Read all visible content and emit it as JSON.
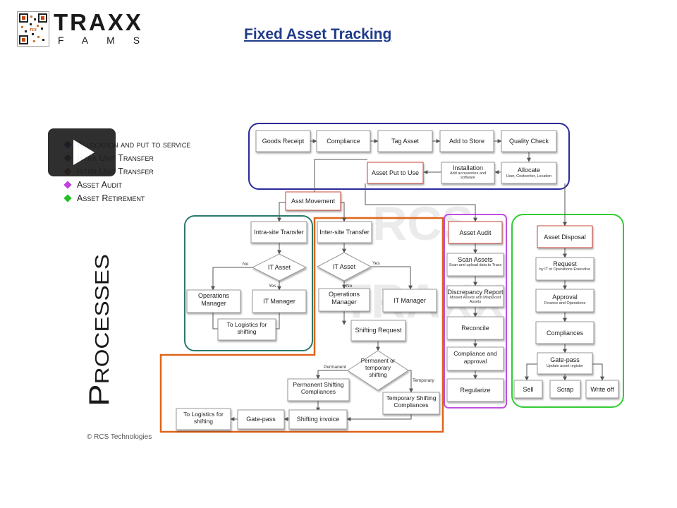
{
  "brand": {
    "name": "TRAXX",
    "sub": "FAMS",
    "badge": "rcs"
  },
  "page_title": "Fixed Asset Tracking",
  "legend": [
    {
      "label": "Allocation and put to service",
      "color": "#1a1a7a"
    },
    {
      "label": "Intra Unit Transfer",
      "color": "#1d4d3a"
    },
    {
      "label": "Inter Unit Transfer",
      "color": "#7a3512"
    },
    {
      "label": "Asset Audit",
      "color": "#c040e0"
    },
    {
      "label": "Asset Retirement",
      "color": "#22c022"
    }
  ],
  "processes_label": "Processes",
  "footer": "© RCS Technologies",
  "watermark": [
    "RCS",
    "TRAXX"
  ],
  "diagram": {
    "nodes": {
      "goods_receipt": "Goods Receipt",
      "compliance": "Compliance",
      "tag_asset": "Tag Asset",
      "add_to_store": "Add to Store",
      "quality_check": "Quality Check",
      "asset_put_to_use": "Asset Put to Use",
      "installation": "Installation",
      "installation_sub": "Add accessories and software",
      "allocate": "Allocate",
      "allocate_sub": "User, Costcenter, Location",
      "asst_movement": "Asst Movement",
      "intra_site_transfer": "Intra-site Transfer",
      "inter_site_transfer": "Inter-site Transfer",
      "it_asset": "IT Asset",
      "ops_manager": "Operations Manager",
      "it_manager": "IT Manager",
      "to_logistics": "To Logistics for shifting",
      "shifting_request": "Shifting Request",
      "perm_or_temp": "Permanent or temporary shifting",
      "perm_compliances": "Permanent Shifting Compliances",
      "temp_compliances": "Temporary Shifting Compliances",
      "shifting_invoice": "Shifting invoice",
      "gate_pass": "Gate-pass",
      "asset_audit": "Asset Audit",
      "scan_assets": "Scan Assets",
      "scan_assets_sub": "Scan and upload data to Traxx",
      "discrepancy_report": "Discrepancy Report",
      "discrepancy_sub": "Missed Assets and Misplaced Assets",
      "reconcile": "Reconcile",
      "compliance_approval": "Compliance and approval",
      "regularize": "Regularize",
      "asset_disposal": "Asset Disposal",
      "request": "Request",
      "request_sub": "by IT or Operations Executive",
      "approval": "Approval",
      "approval_sub": "Finance and Operations",
      "compliances": "Compliances",
      "gate_pass_ret": "Gate-pass",
      "gate_pass_ret_sub": "Update asset register",
      "sell": "Sell",
      "scrap": "Scrap",
      "write_off": "Write off"
    },
    "edge_labels": {
      "no": "No",
      "yes": "Yes",
      "permanent": "Permanent",
      "temporary": "Temporary"
    },
    "colors": {
      "allocation": "#2a2a9a",
      "intra": "#2a7a6a",
      "inter": "#e0641a",
      "audit": "#c050e0",
      "retirement": "#33cc33",
      "node_red": "#c84a3a"
    }
  }
}
